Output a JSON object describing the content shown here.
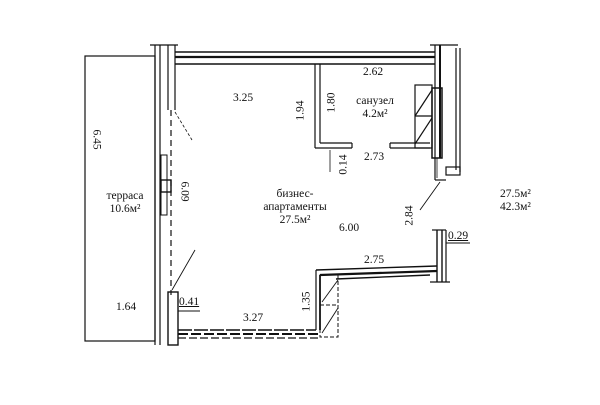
{
  "plan": {
    "rooms": [
      {
        "id": "terrace",
        "name": "терраса",
        "area": "10.6м²"
      },
      {
        "id": "bathroom",
        "name": "санузел",
        "area": "4.2м²"
      },
      {
        "id": "main",
        "name_line1": "бизнес-",
        "name_line2": "апартаменты",
        "area": "27.5м²"
      }
    ],
    "dimensions": {
      "terrace_length": "6.45",
      "terrace_width": "1.64",
      "window_wall": "6.09",
      "main_top_left": "3.25",
      "bath_left_outer": "1.94",
      "bath_left_inner": "1.80",
      "bath_top": "2.62",
      "bath_bottom": "2.73",
      "bath_stub": "0.14",
      "main_depth": "6.00",
      "right_wall": "2.84",
      "right_stub": "0.29",
      "bottom_right": "2.75",
      "step": "1.35",
      "bottom_left": "3.27",
      "left_pier": "0.41"
    },
    "summary": {
      "living_area": "27.5м²",
      "total_area": "42.3м²"
    },
    "colors": {
      "line": "#111111",
      "background": "#ffffff"
    }
  }
}
